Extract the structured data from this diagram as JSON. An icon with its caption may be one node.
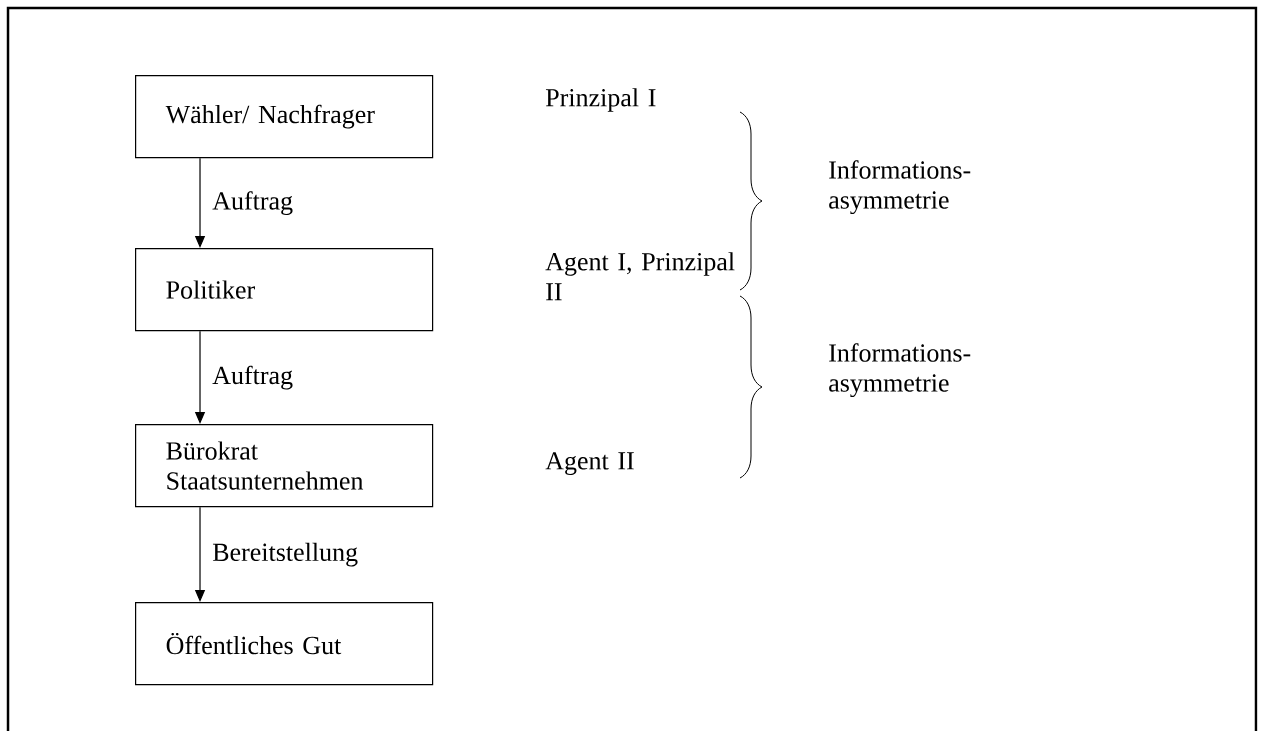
{
  "diagram": {
    "nodes": [
      {
        "text": [
          "Wähler/ Nachfrager"
        ]
      },
      {
        "text": [
          "Politiker"
        ]
      },
      {
        "text": [
          "Bürokrat Staatsunternehmen"
        ]
      },
      {
        "text": [
          "Öffentliches Gut"
        ]
      }
    ],
    "edges": [
      {
        "from": 0,
        "to": 1,
        "arrow": "to",
        "label": "Auftrag"
      },
      {
        "from": 1,
        "to": 2,
        "arrow": "to",
        "label": "Auftrag"
      },
      {
        "from": 2,
        "to": 3,
        "arrow": "to",
        "label": "Bereitstellung"
      }
    ],
    "labels": [
      "Prinzipal I",
      "Informations- asymmetrie",
      "Agent I, Prinzipal II",
      "Informations- asymmetrie",
      "Agent II"
    ]
  }
}
